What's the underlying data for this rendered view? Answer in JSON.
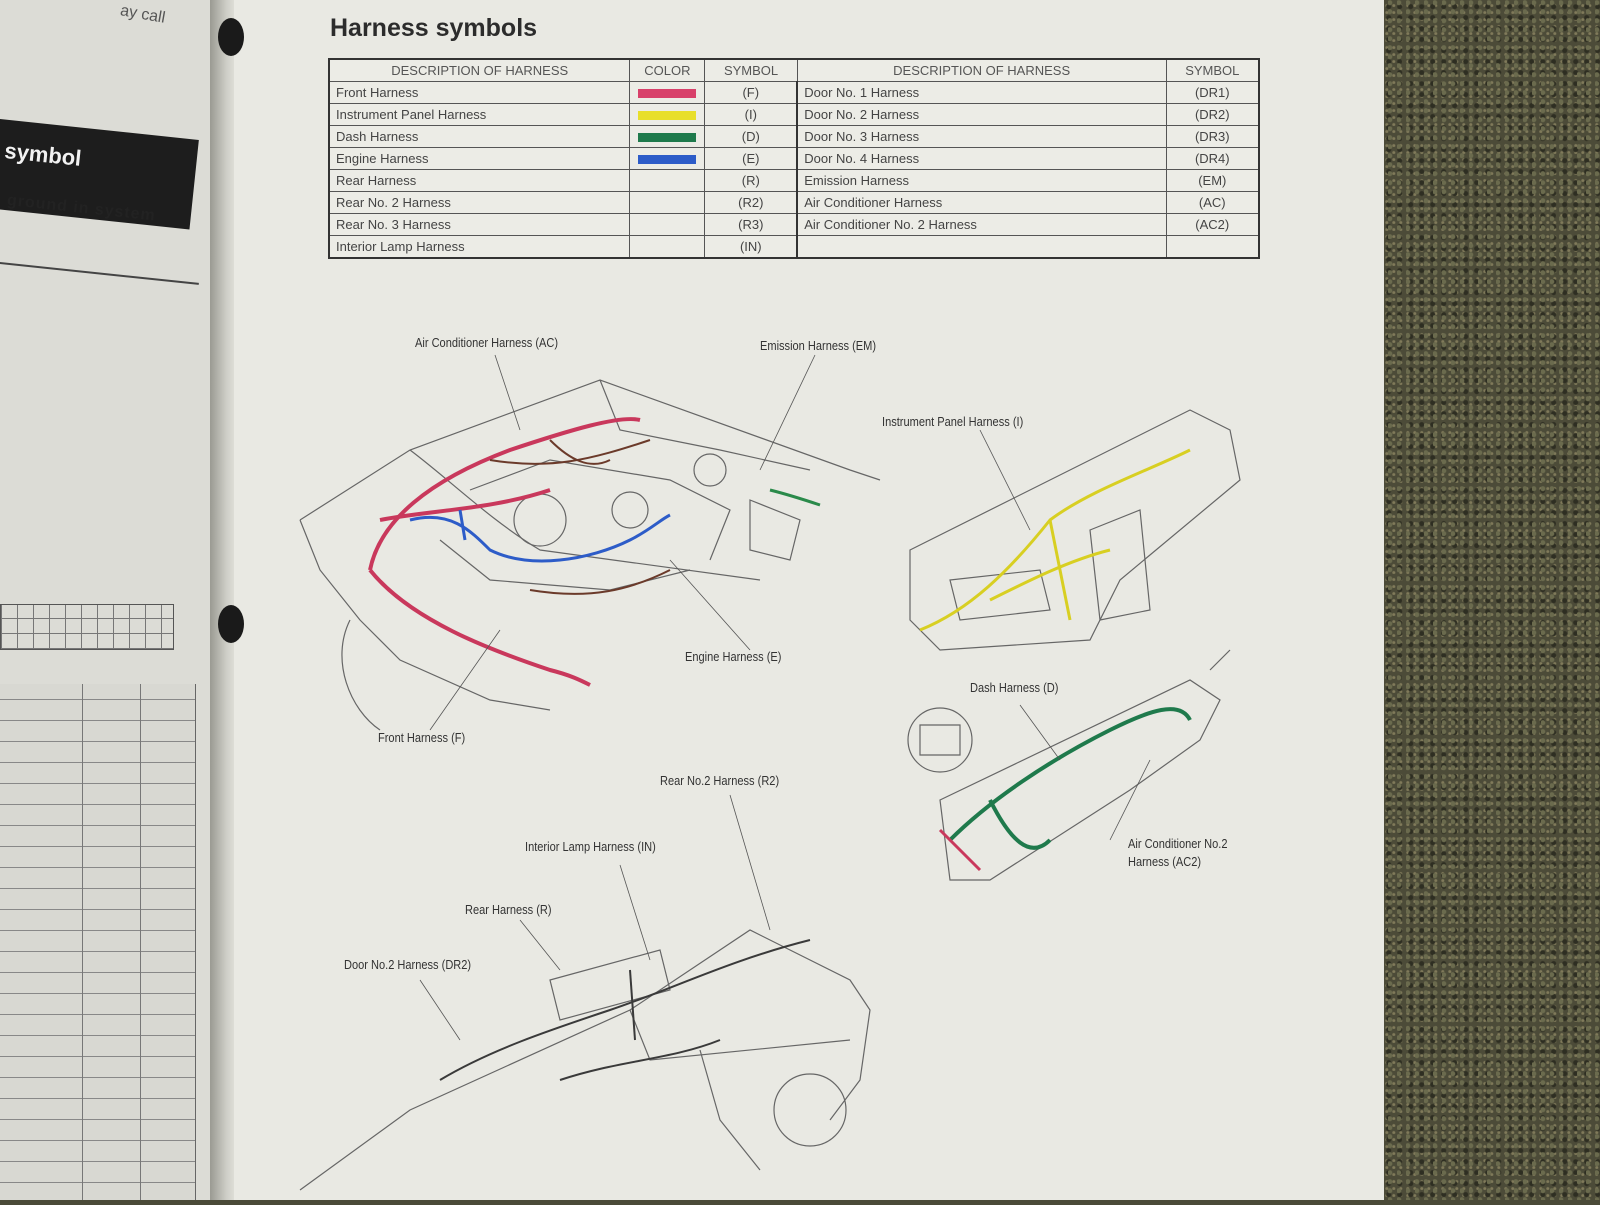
{
  "left_page": {
    "header_fragment": "ay call",
    "band_title": "symbol",
    "band_subtitle": "ground in system"
  },
  "title": "Harness symbols",
  "table": {
    "headers_left": [
      "DESCRIPTION OF HARNESS",
      "COLOR",
      "SYMBOL"
    ],
    "headers_right": [
      "DESCRIPTION OF HARNESS",
      "SYMBOL"
    ],
    "left_rows": [
      {
        "description": "Front Harness",
        "color": "#d8406a",
        "symbol": "(F)"
      },
      {
        "description": "Instrument Panel Harness",
        "color": "#e8df2a",
        "symbol": "(I)"
      },
      {
        "description": "Dash Harness",
        "color": "#1f7a4c",
        "symbol": "(D)"
      },
      {
        "description": "Engine Harness",
        "color": "#2d5cc8",
        "symbol": "(E)"
      },
      {
        "description": "Rear Harness",
        "color": "",
        "symbol": "(R)"
      },
      {
        "description": "Rear No. 2 Harness",
        "color": "",
        "symbol": "(R2)"
      },
      {
        "description": "Rear No. 3 Harness",
        "color": "",
        "symbol": "(R3)"
      },
      {
        "description": "Interior Lamp Harness",
        "color": "",
        "symbol": "(IN)"
      }
    ],
    "right_rows": [
      {
        "description": "Door No. 1 Harness",
        "symbol": "(DR1)"
      },
      {
        "description": "Door No. 2 Harness",
        "symbol": "(DR2)"
      },
      {
        "description": "Door No. 3 Harness",
        "symbol": "(DR3)"
      },
      {
        "description": "Door No. 4 Harness",
        "symbol": "(DR4)"
      },
      {
        "description": "Emission Harness",
        "symbol": "(EM)"
      },
      {
        "description": "Air Conditioner Harness",
        "symbol": "(AC)"
      },
      {
        "description": "Air Conditioner No. 2 Harness",
        "symbol": "(AC2)"
      },
      {
        "description": "",
        "symbol": ""
      }
    ]
  },
  "callouts": {
    "ac": "Air Conditioner Harness (AC)",
    "em": "Emission Harness (EM)",
    "ip": "Instrument Panel Harness (I)",
    "engine": "Engine Harness (E)",
    "front": "Front Harness (F)",
    "dash": "Dash Harness (D)",
    "ac2_line1": "Air Conditioner No.2",
    "ac2_line2": "Harness (AC2)",
    "rear2": "Rear No.2 Harness (R2)",
    "interior": "Interior Lamp Harness (IN)",
    "rear": "Rear Harness (R)",
    "door2": "Door No.2 Harness (DR2)"
  }
}
